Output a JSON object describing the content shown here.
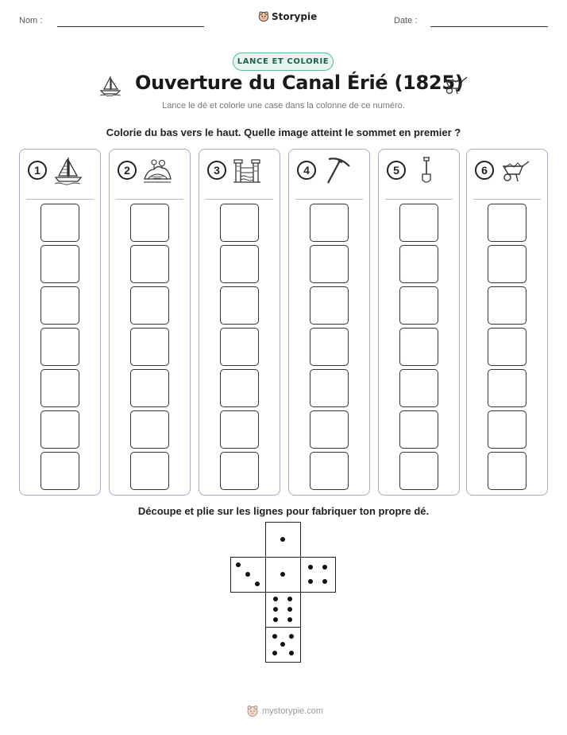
{
  "header": {
    "name_label": "Nom :",
    "date_label": "Date :"
  },
  "brand": {
    "name": "Storypie"
  },
  "badge": "LANCE ET COLORIE",
  "title": "Ouverture du Canal Érié (1825)",
  "subtitle": "Lance le dé et colorie une case dans la colonne de ce numéro.",
  "instruction": "Colorie du bas vers le haut. Quelle image atteint le sommet en premier ?",
  "columns": [
    {
      "number": "1",
      "icon": "sailboat-icon"
    },
    {
      "number": "2",
      "icon": "stream-landscape-icon"
    },
    {
      "number": "3",
      "icon": "canal-lock-icon"
    },
    {
      "number": "4",
      "icon": "pickaxe-icon"
    },
    {
      "number": "5",
      "icon": "shovel-icon"
    },
    {
      "number": "6",
      "icon": "wheelbarrow-icon"
    }
  ],
  "cells_per_column": 7,
  "cut_instruction": "Découpe et plie sur les lignes pour fabriquer ton propre dé.",
  "die_faces": [
    1,
    3,
    1,
    4,
    6,
    5
  ],
  "footer": {
    "site": "mystorypie.com"
  }
}
